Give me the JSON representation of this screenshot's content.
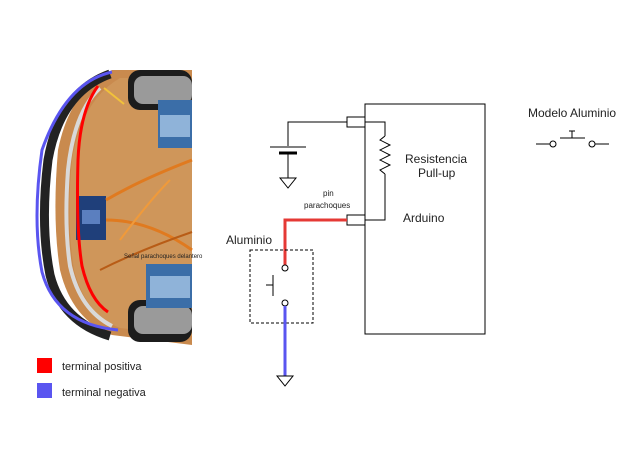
{
  "photo": {
    "annotation": "Señal parachoques delantero"
  },
  "legend": {
    "positive": {
      "label": "terminal positiva",
      "color": "#ff0000"
    },
    "negative": {
      "label": "terminal negativa",
      "color": "#5a55f0"
    }
  },
  "circuit": {
    "arduino_label": "Arduino",
    "resistor_label_line1": "Resistencia",
    "resistor_label_line2": "Pull-up",
    "pin_label_line1": "pin",
    "pin_label_line2": "parachoques",
    "switch_box_label": "Aluminio",
    "model_label": "Modelo Aluminio",
    "colors": {
      "wire": "#000000",
      "positive": "#e53935",
      "negative": "#5a55f0"
    }
  }
}
